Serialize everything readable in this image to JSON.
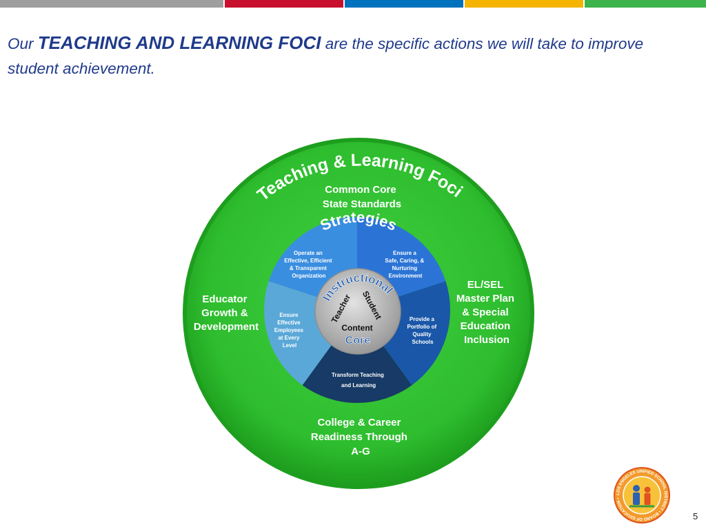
{
  "top_bar": {
    "colors": [
      "#9e9e9e",
      "#c8102e",
      "#0071bc",
      "#f4b400",
      "#3cb44b"
    ]
  },
  "title": {
    "prefix": "Our",
    "emphasis": "TEACHING AND LEARNING FOCI",
    "suffix": "are the specific actions we will take to improve student achievement."
  },
  "diagram": {
    "outer_label": "Teaching & Learning Foci",
    "outer_items": {
      "top": [
        "Common Core",
        "State Standards"
      ],
      "left": [
        "Educator",
        "Growth &",
        "Development"
      ],
      "right": [
        "EL/SEL",
        "Master Plan",
        "& Special",
        "Education",
        "Inclusion"
      ],
      "bottom": [
        "College & Career",
        "Readiness Through",
        "A-G"
      ]
    },
    "middle_label": "Strategies",
    "strategies": {
      "upper_left": [
        "Operate an",
        "Effective, Efficient",
        "& Transparent",
        "Organization"
      ],
      "upper_right": [
        "Ensure a",
        "Safe, Caring, &",
        "Nurturing",
        "Environment"
      ],
      "right": [
        "Provide a",
        "Portfolio of",
        "Quality",
        "Schools"
      ],
      "bottom": [
        "Transform Teaching",
        "and Learning"
      ],
      "left": [
        "Ensure",
        "Effective",
        "Employees",
        "at Every",
        "Level"
      ]
    },
    "core": {
      "arc_label": "Instructional",
      "teacher": "Teacher",
      "student": "Student",
      "content": "Content",
      "core_label": "Core"
    },
    "colors": {
      "outer": "#2ebd2e",
      "outer_edge": "#1e9e1e",
      "seg_upper_left": "#3a8ee0",
      "seg_upper_right": "#2b74d6",
      "seg_right": "#1a57a8",
      "seg_bottom": "#173a66",
      "seg_left": "#5aa8d8",
      "core": "#b4b4b4"
    }
  },
  "logo": {
    "ring_text": "LOS ANGELES UNIFIED SCHOOL DISTRICT • BOARD OF EDUCATION •"
  },
  "page_number": "5"
}
